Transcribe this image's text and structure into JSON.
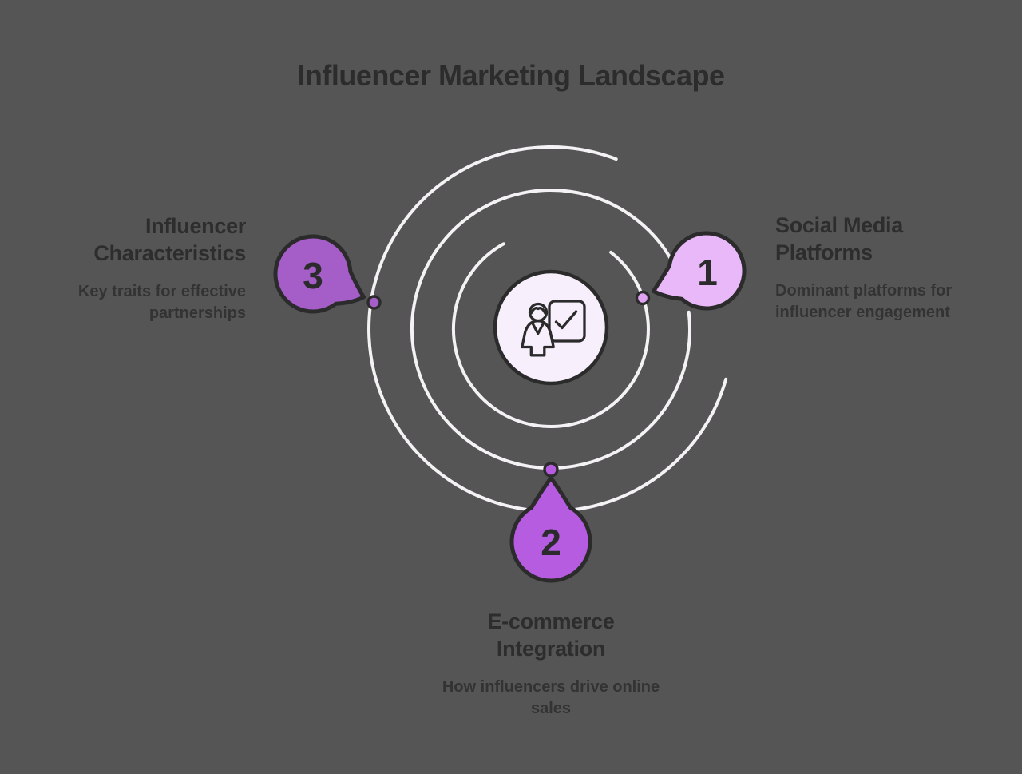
{
  "title": "Influencer Marketing Landscape",
  "colors": {
    "background": "#555555",
    "ring": "#f5f2f5",
    "outline": "#2b2b2b",
    "center_fill": "#f8effc",
    "step1_fill": "#e9b8f8",
    "step2_fill": "#b55ce0",
    "step3_fill": "#a55dc7",
    "dot1_fill": "#dfa3f2",
    "dot2_fill": "#b55ce0",
    "dot3_fill": "#a55dc7",
    "heading_text": "#2d2d2d",
    "description_text": "#333333"
  },
  "center_icon": "presenter-checkboard-icon",
  "steps": [
    {
      "number": "1",
      "heading": "Social Media Platforms",
      "description": "Dominant platforms for influencer engagement"
    },
    {
      "number": "2",
      "heading": "E-commerce Integration",
      "description": "How influencers drive online sales"
    },
    {
      "number": "3",
      "heading": "Influencer Characteristics",
      "description": "Key traits for effective partnerships"
    }
  ]
}
